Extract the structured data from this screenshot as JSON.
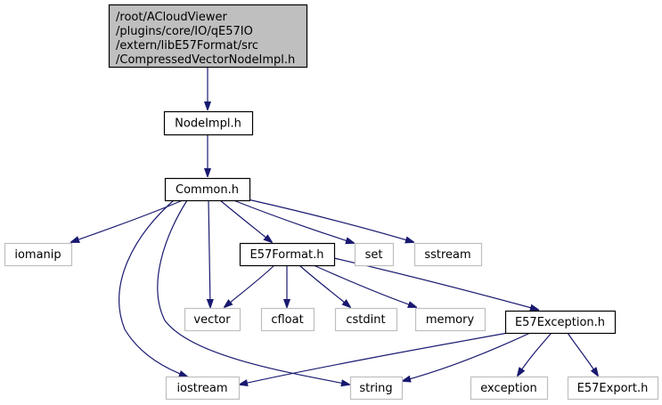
{
  "diagram": {
    "type": "include-dependency-graph",
    "colors": {
      "edge": "#191970",
      "root_fill": "#bfbfbf",
      "root_border": "#000000",
      "documented_border": "#000000",
      "external_border": "#bfbfbf"
    },
    "nodes": [
      {
        "id": "root",
        "lines": [
          "/root/ACloudViewer",
          "/plugins/core/IO/qE57IO",
          "/extern/libE57Format/src",
          "/CompressedVectorNodeImpl.h"
        ],
        "kind": "root"
      },
      {
        "id": "nodeimpl",
        "lines": [
          "NodeImpl.h"
        ],
        "kind": "documented"
      },
      {
        "id": "common",
        "lines": [
          "Common.h"
        ],
        "kind": "documented"
      },
      {
        "id": "iomanip",
        "lines": [
          "iomanip"
        ],
        "kind": "external"
      },
      {
        "id": "e57format",
        "lines": [
          "E57Format.h"
        ],
        "kind": "documented"
      },
      {
        "id": "set",
        "lines": [
          "set"
        ],
        "kind": "external"
      },
      {
        "id": "sstream",
        "lines": [
          "sstream"
        ],
        "kind": "external"
      },
      {
        "id": "vector",
        "lines": [
          "vector"
        ],
        "kind": "external"
      },
      {
        "id": "cfloat",
        "lines": [
          "cfloat"
        ],
        "kind": "external"
      },
      {
        "id": "cstdint",
        "lines": [
          "cstdint"
        ],
        "kind": "external"
      },
      {
        "id": "memory",
        "lines": [
          "memory"
        ],
        "kind": "external"
      },
      {
        "id": "e57exception",
        "lines": [
          "E57Exception.h"
        ],
        "kind": "documented"
      },
      {
        "id": "iostream",
        "lines": [
          "iostream"
        ],
        "kind": "external"
      },
      {
        "id": "string",
        "lines": [
          "string"
        ],
        "kind": "external"
      },
      {
        "id": "exception",
        "lines": [
          "exception"
        ],
        "kind": "external"
      },
      {
        "id": "e57export",
        "lines": [
          "E57Export.h"
        ],
        "kind": "external"
      }
    ],
    "edges": [
      {
        "from": "root",
        "to": "nodeimpl"
      },
      {
        "from": "nodeimpl",
        "to": "common"
      },
      {
        "from": "common",
        "to": "iomanip"
      },
      {
        "from": "common",
        "to": "e57format"
      },
      {
        "from": "common",
        "to": "set"
      },
      {
        "from": "common",
        "to": "sstream"
      },
      {
        "from": "common",
        "to": "vector"
      },
      {
        "from": "common",
        "to": "iostream"
      },
      {
        "from": "common",
        "to": "string"
      },
      {
        "from": "e57format",
        "to": "vector"
      },
      {
        "from": "e57format",
        "to": "cfloat"
      },
      {
        "from": "e57format",
        "to": "cstdint"
      },
      {
        "from": "e57format",
        "to": "memory"
      },
      {
        "from": "e57format",
        "to": "e57exception"
      },
      {
        "from": "e57exception",
        "to": "iostream"
      },
      {
        "from": "e57exception",
        "to": "string"
      },
      {
        "from": "e57exception",
        "to": "exception"
      },
      {
        "from": "e57exception",
        "to": "e57export"
      }
    ]
  }
}
